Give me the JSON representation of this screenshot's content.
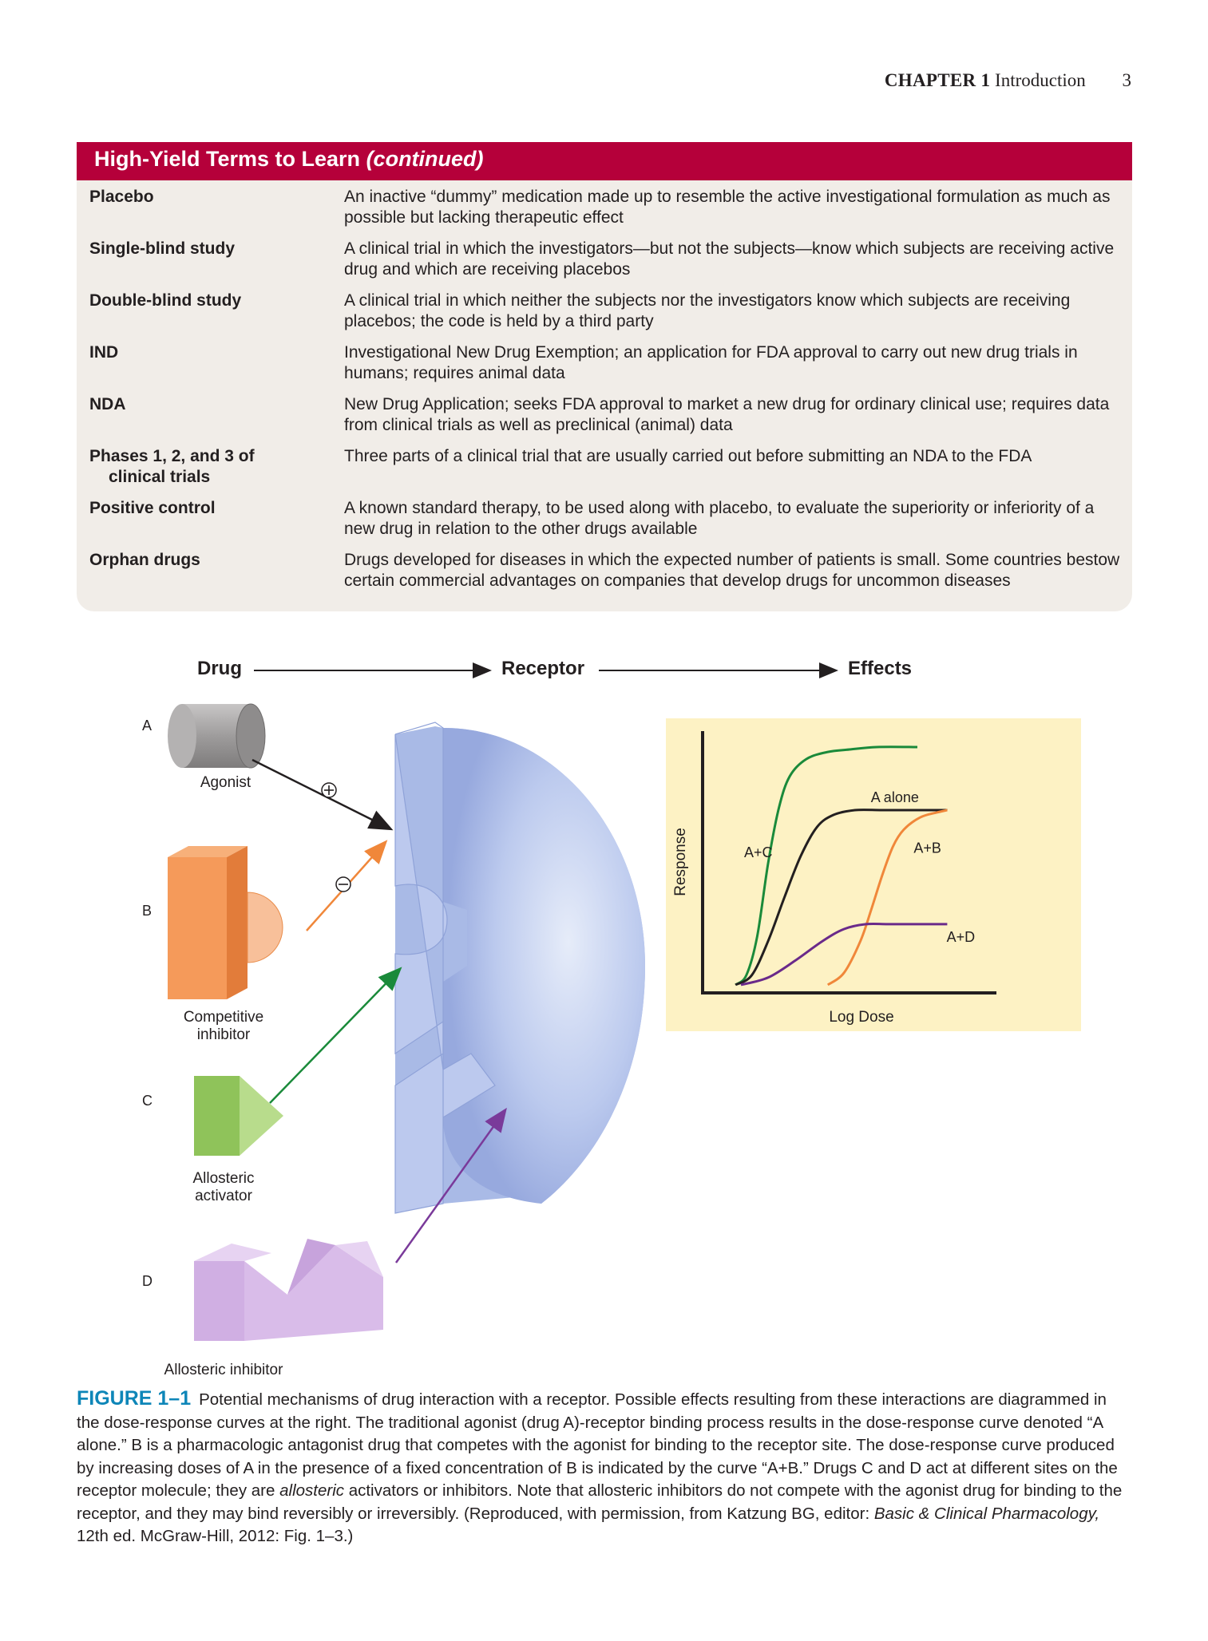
{
  "running_header": {
    "chapter": "CHAPTER 1",
    "section": "Introduction",
    "page": "3"
  },
  "terms_table": {
    "title": "High-Yield Terms to Learn",
    "title_suffix": "(continued)",
    "rows": [
      {
        "term": "Placebo",
        "term_cont": "",
        "definition": "An inactive “dummy” medication made up to resemble the active investigational formulation as much as possible but lacking therapeutic effect"
      },
      {
        "term": "Single-blind study",
        "term_cont": "",
        "definition": "A clinical trial in which the investigators—but not the subjects—know which subjects are receiving active drug and which are receiving placebos"
      },
      {
        "term": "Double-blind study",
        "term_cont": "",
        "definition": "A clinical trial in which neither the subjects nor the investigators know which subjects are receiving placebos; the code is held by a third party"
      },
      {
        "term": "IND",
        "term_cont": "",
        "definition": "Investigational New Drug Exemption; an application for FDA approval to carry out new drug trials in humans; requires animal data"
      },
      {
        "term": "NDA",
        "term_cont": "",
        "definition": "New Drug Application; seeks FDA approval to market a new drug for ordinary clinical use; requires data from clinical trials as well as preclinical (animal) data"
      },
      {
        "term": "Phases 1, 2, and 3 of",
        "term_cont": "clinical trials",
        "definition": "Three parts of a clinical trial that are usually carried out before submitting an NDA to the FDA"
      },
      {
        "term": "Positive control",
        "term_cont": "",
        "definition": "A known standard therapy, to be used along with placebo, to evaluate the superiority or inferiority of a new drug in relation to the other drugs available"
      },
      {
        "term": "Orphan drugs",
        "term_cont": "",
        "definition": "Drugs developed for diseases in which the expected number of patients is small. Some countries bestow certain commercial advantages on companies that develop drugs for uncommon diseases"
      }
    ]
  },
  "figure": {
    "flow": {
      "drug": "Drug",
      "receptor": "Receptor",
      "effects": "Effects"
    },
    "drugs": [
      {
        "letter": "A",
        "label": "Agonist",
        "sign": "+",
        "color": "#8a8a8a"
      },
      {
        "letter": "B",
        "label_line1": "Competitive",
        "label_line2": "inhibitor",
        "sign": "−",
        "color": "#f59a5a"
      },
      {
        "letter": "C",
        "label_line1": "Allosteric",
        "label_line2": "activator",
        "color": "#9ccd6a"
      },
      {
        "letter": "D",
        "label": "Allosteric inhibitor",
        "color": "#d4b4e6"
      }
    ],
    "arrow_colors": {
      "A": "#231f20",
      "B": "#f0873a",
      "C": "#1a8a3a",
      "D": "#7a3a9a"
    },
    "receptor_color": "#b7c6ec"
  },
  "chart_data": {
    "type": "line",
    "xlabel": "Log Dose",
    "ylabel": "Response",
    "x_ticks": "none",
    "y_ticks": "none",
    "grid": false,
    "legend": "inline labels",
    "xlim": [
      0,
      10
    ],
    "ylim": [
      0,
      1
    ],
    "series": [
      {
        "name": "A+C",
        "color": "#1a8a3a",
        "x": [
          0.8,
          1.2,
          1.6,
          2.0,
          2.4,
          2.8,
          3.4,
          4.2,
          5.0,
          6.0,
          7.5
        ],
        "y": [
          0.02,
          0.06,
          0.22,
          0.52,
          0.75,
          0.88,
          0.95,
          0.98,
          0.99,
          1.0,
          1.0
        ]
      },
      {
        "name": "A alone",
        "color": "#231f20",
        "x": [
          0.8,
          1.4,
          2.0,
          2.6,
          3.2,
          3.8,
          4.4,
          5.2,
          6.2,
          7.4,
          8.6
        ],
        "y": [
          0.02,
          0.06,
          0.2,
          0.38,
          0.55,
          0.67,
          0.72,
          0.74,
          0.74,
          0.74,
          0.74
        ]
      },
      {
        "name": "A+B",
        "color": "#f0873a",
        "x": [
          4.2,
          4.8,
          5.4,
          5.8,
          6.2,
          6.6,
          7.0,
          7.6,
          8.2,
          8.6
        ],
        "y": [
          0.02,
          0.07,
          0.2,
          0.33,
          0.47,
          0.59,
          0.66,
          0.71,
          0.73,
          0.74
        ]
      },
      {
        "name": "A+D",
        "color": "#6a2a8a",
        "x": [
          1.0,
          2.0,
          3.0,
          4.0,
          4.8,
          5.6,
          6.4,
          7.4,
          8.6
        ],
        "y": [
          0.02,
          0.05,
          0.12,
          0.2,
          0.25,
          0.27,
          0.27,
          0.27,
          0.27
        ]
      }
    ]
  },
  "caption": {
    "figure_number": "FIGURE 1–1",
    "part1": "Potential mechanisms of drug interaction with a receptor. Possible effects resulting from these interactions are diagrammed in the dose-response curves at the right. The traditional agonist (drug A)-receptor binding process results in the dose-response curve denoted “A alone.” B is a pharmacologic antagonist drug that competes with the agonist for binding to the receptor site. The dose-response curve produced by increasing doses of A in the presence of a fixed concentration of B is indicated by the curve “A+B.” Drugs C and D act at different sites on the receptor molecule; they are ",
    "italic1": "allosteric",
    "part2": " activators or inhibitors. Note that allosteric inhibitors do not compete with the agonist drug for binding to the receptor, and they may bind reversibly or irreversibly. (Reproduced, with permission, from Katzung BG, editor: ",
    "italic2": "Basic & Clinical Pharmacology,",
    "part3": " 12th ed. McGraw-Hill, 2012: Fig. 1–3.)"
  }
}
